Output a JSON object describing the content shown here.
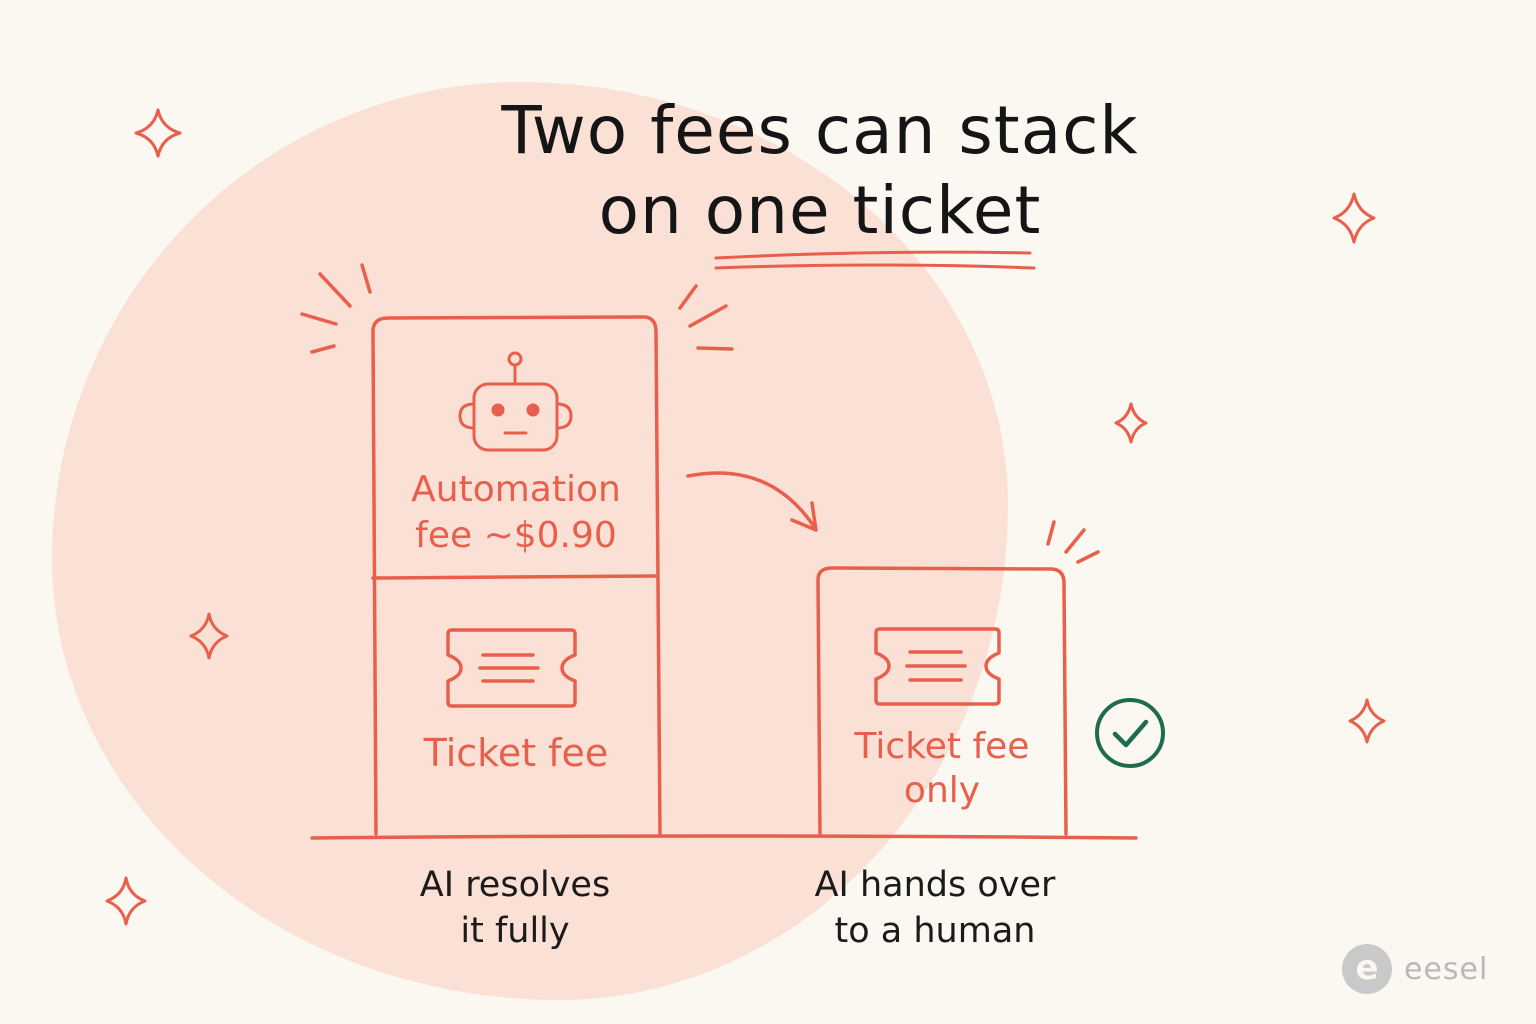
{
  "title": {
    "line1": "Two fees can stack",
    "line2_prefix": "on",
    "line2_emphasis": "one ticket"
  },
  "left_stack": {
    "automation_label_line1": "Automation",
    "automation_label_line2": "fee ~$0.90",
    "ticket_label": "Ticket fee",
    "caption_line1": "AI resolves",
    "caption_line2": "it fully"
  },
  "right_stack": {
    "ticket_label_line1": "Ticket fee",
    "ticket_label_line2": "only",
    "caption_line1": "AI hands over",
    "caption_line2": "to a human"
  },
  "brand": {
    "badge_letter": "e",
    "name": "eesel"
  },
  "colors": {
    "accent": "#e8604c",
    "check": "#1f6b4f",
    "blob": "#fbe0d6",
    "background": "#fbf7f1"
  },
  "icons": [
    "sparkle-icon",
    "robot-icon",
    "ticket-icon",
    "arrow-icon",
    "checkmark-icon",
    "burst-lines"
  ]
}
